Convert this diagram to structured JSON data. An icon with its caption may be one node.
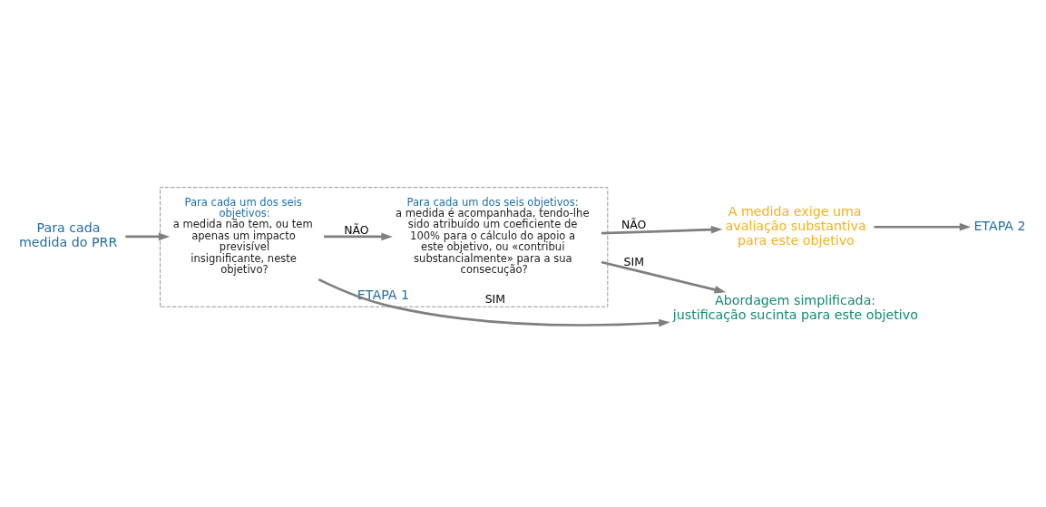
{
  "diagram": {
    "nodes": [
      {
        "text": [
          "Para cada medida do PRR"
        ]
      },
      {
        "text": [
          "ETAPA 1"
        ]
      },
      {
        "text": [
          "Para cada um dos seis objetivos:",
          "a medida não tem, ou tem apenas um impacto previsível insignificante, neste objetivo?"
        ],
        "in": 1
      },
      {
        "text": [
          "Abordagem simplificada:",
          "justificação sucinta para este objetivo"
        ]
      },
      {
        "text": [
          "Para cada um dos seis objetivos:",
          "a medida é acompanhada, tendo-lhe sido atribuído um coeficiente de 100% para o cálculo do apoio a este objetivo, ou «contribui substancialmente» para a sua consecução?"
        ],
        "in": 1
      },
      {
        "text": [
          "A medida exige uma avaliação substantiva para este objetivo"
        ]
      },
      {
        "text": [
          "ETAPA 2"
        ]
      }
    ],
    "edges": [
      {
        "from": 0,
        "to": 2,
        "arrow": "to"
      },
      {
        "from": 2,
        "to": 3,
        "arrow": "to",
        "label": "SIM"
      },
      {
        "from": 2,
        "to": 4,
        "arrow": "to",
        "label": "NÃO"
      },
      {
        "from": 4,
        "to": 3,
        "arrow": "to",
        "label": "SIM"
      },
      {
        "from": 4,
        "to": 5,
        "arrow": "to",
        "label": "NÃO"
      },
      {
        "from": 5,
        "to": 6,
        "arrow": "to"
      }
    ]
  }
}
